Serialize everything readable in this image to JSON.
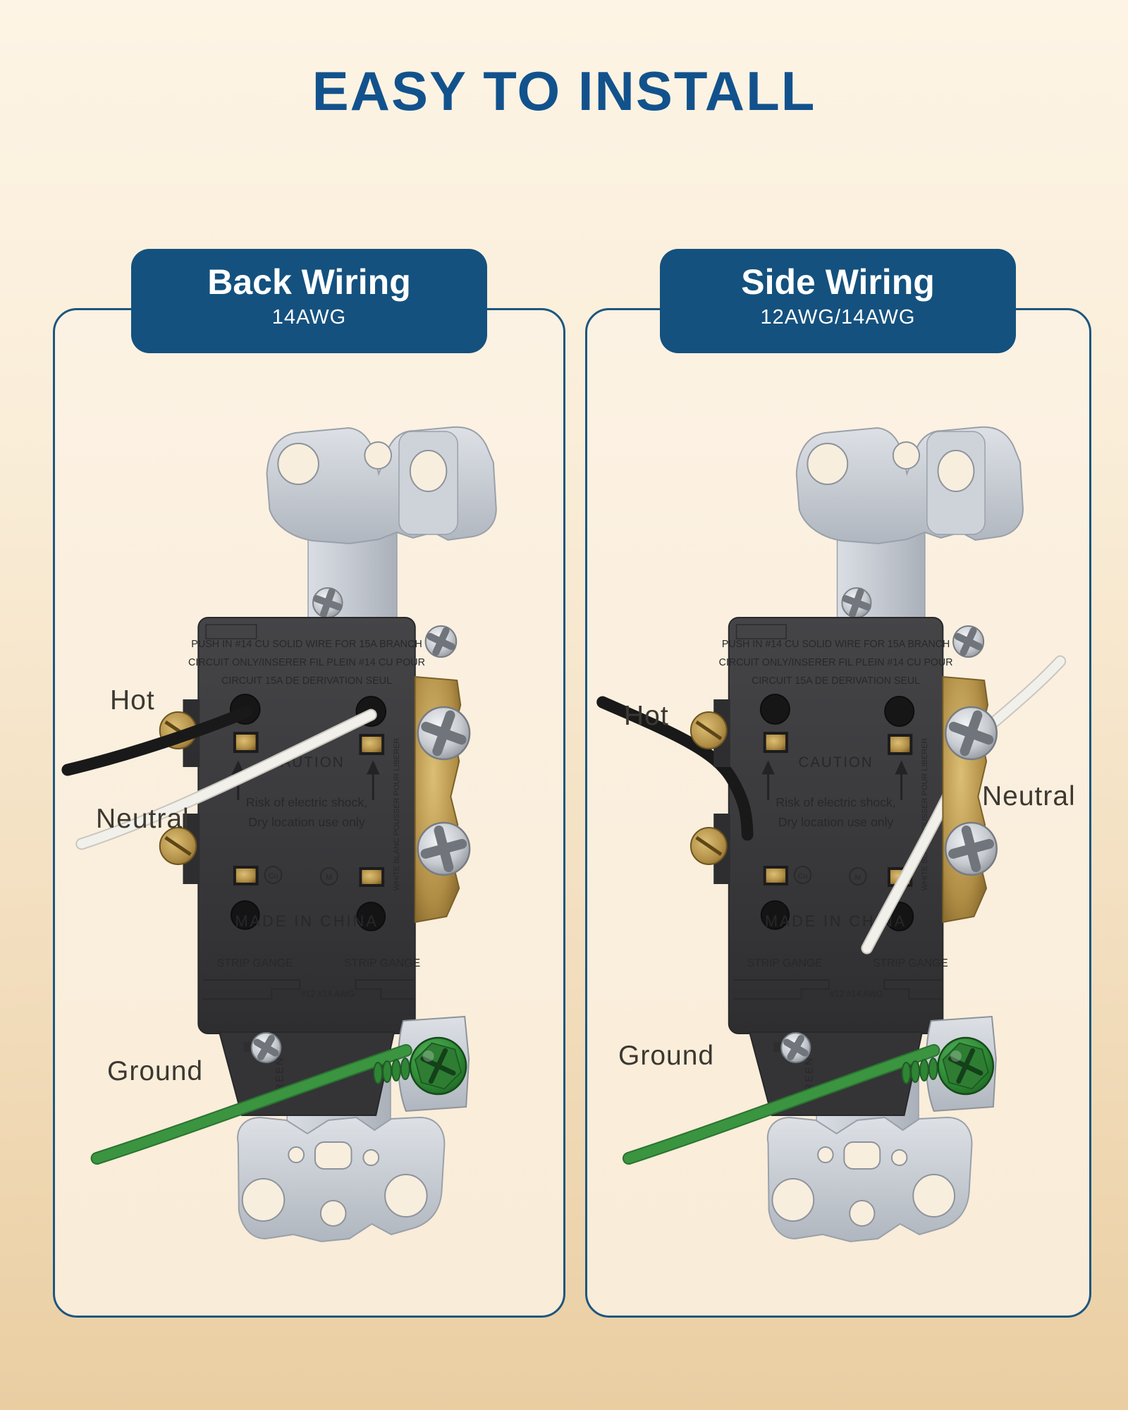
{
  "page": {
    "title": "EASY TO INSTALL"
  },
  "colors": {
    "title_blue": "#12528c",
    "pill_blue": "#14517e",
    "panel_border_blue": "#1d567f",
    "panel_background": "#fbf1e2",
    "page_background_top": "#fdf4e5",
    "page_background_bottom": "#eacea2",
    "hot_wire_black": "#191919",
    "neutral_wire_white": "#f2f0ea",
    "ground_wire_green": "#3a9440",
    "brass_terminal": "#b08d45",
    "ground_screw_green": "#2e8a35",
    "strap_metal": "#c9ced6",
    "body_plastic": "#3b3b3d",
    "label_text": "#3c3831"
  },
  "panels": [
    {
      "id": "back-wiring",
      "header": {
        "title": "Back Wiring",
        "subtitle": "14AWG"
      },
      "labels": {
        "hot": "Hot",
        "neutral": "Neutral",
        "ground": "Ground"
      }
    },
    {
      "id": "side-wiring",
      "header": {
        "title": "Side Wiring",
        "subtitle": "12AWG/14AWG"
      },
      "labels": {
        "hot": "Hot",
        "neutral": "Neutral",
        "ground": "Ground"
      }
    }
  ],
  "outlet_markings": {
    "push_in_line1": "PUSH IN #14 CU SOLID WIRE FOR 15A BRANCH",
    "push_in_line2": "CIRCUIT ONLY/INSERER FIL PLEIN #14 CU POUR",
    "push_in_line3": "CIRCUIT 15A DE DERIVATION SEUL",
    "caution_title": "CAUTION",
    "caution_line1": "Risk of electric shock,",
    "caution_line2": "Dry location use only",
    "made_in": "MADE IN CHINA",
    "strip_gauge_left": "STRIP GANGE",
    "strip_gauge_right": "STRIP GANGE",
    "awg_note": "#12 #14 AWG",
    "release_note": "WHITE BLANC POUSSER POUR LIBERER",
    "ground_green_label": "GREEN",
    "symbol_cu": "Cu",
    "symbol_m": "M"
  }
}
